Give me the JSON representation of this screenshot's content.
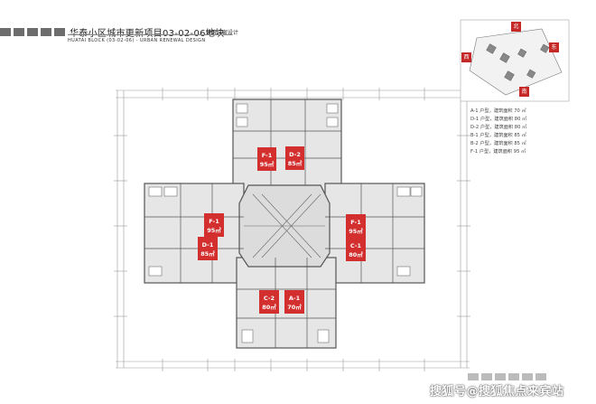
{
  "header": {
    "title_cn": "华泰小区城市更新项目03-02-06地块",
    "subtitle_cn": "建筑方案设计",
    "title_en": "HUATAI BLOCK  (03-02-06)  - URBAN RENEWAL DESIGN"
  },
  "compass": {
    "north": "北",
    "south": "南",
    "east": "东",
    "west": "西"
  },
  "legend": [
    "A-1 户型，建筑面积 70 ㎡",
    "D-1 户型，建筑面积 80 ㎡",
    "D-2 户型，建筑面积 80 ㎡",
    "B-1 户型，建筑面积 85 ㎡",
    "B-2 户型，建筑面积 85 ㎡",
    "F-1 户型，建筑面积 95 ㎡"
  ],
  "units": [
    {
      "code": "F-1",
      "area": "95㎡"
    },
    {
      "code": "D-2",
      "area": "85㎡"
    },
    {
      "code": "F-1",
      "area": "95㎡"
    },
    {
      "code": "F-1",
      "area": "95㎡"
    },
    {
      "code": "D-1",
      "area": "85㎡"
    },
    {
      "code": "C-1",
      "area": "80㎡"
    },
    {
      "code": "C-2",
      "area": "80㎡"
    },
    {
      "code": "A-1",
      "area": "70㎡"
    }
  ],
  "watermark": "搜狐号@搜狐焦点来宾站",
  "colors": {
    "unit_badge": "#d32f2f",
    "wall": "#555555",
    "dim_line": "#999999"
  }
}
